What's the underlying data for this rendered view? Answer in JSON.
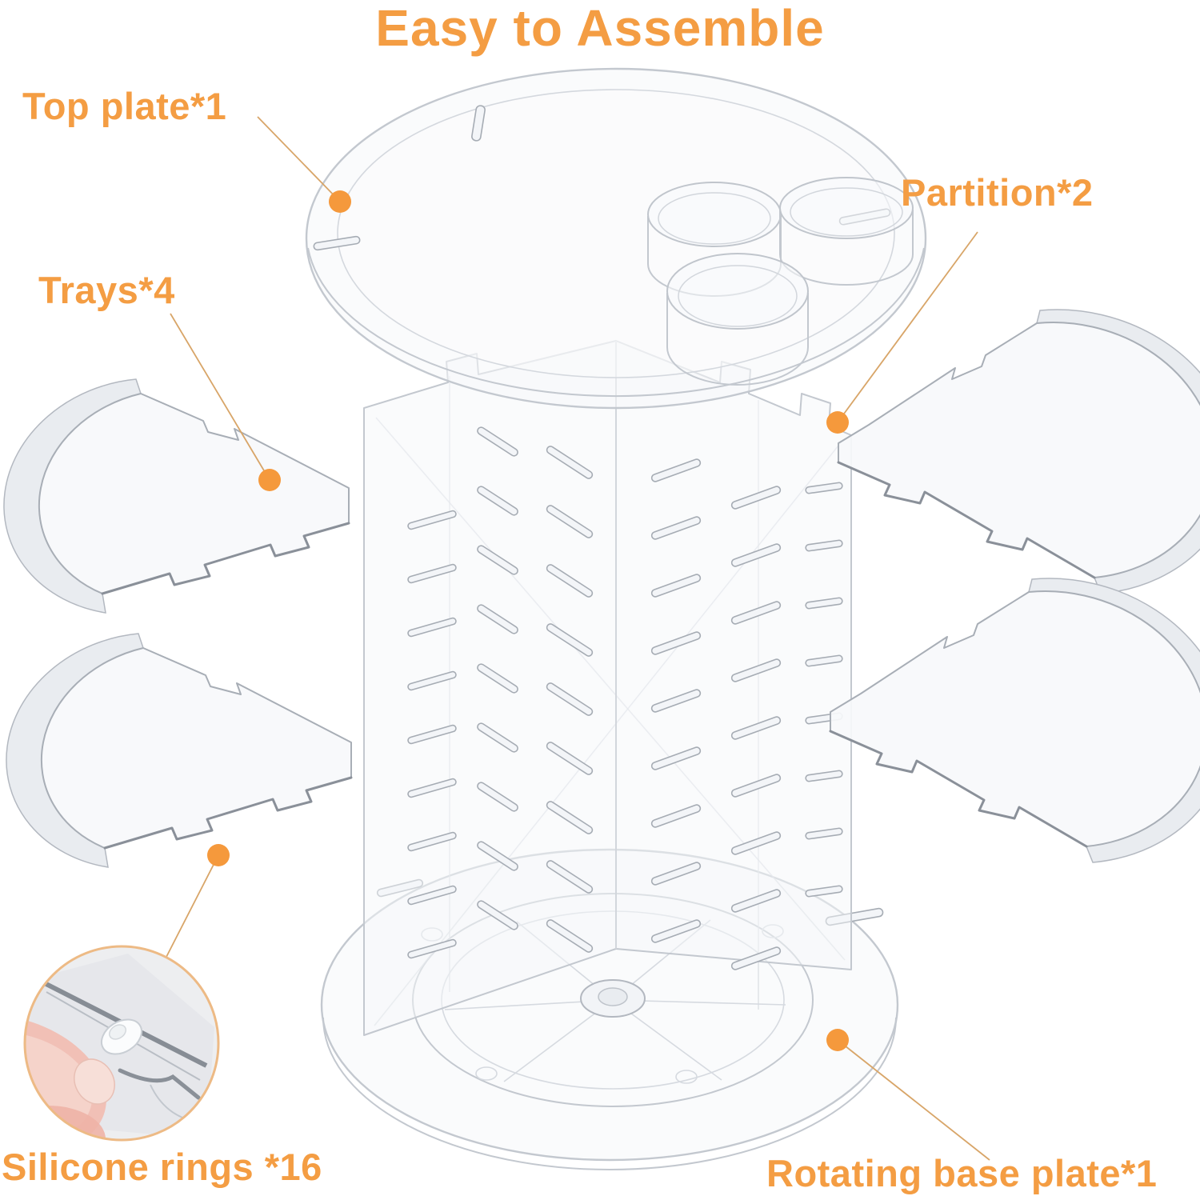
{
  "title": "Easy to Assemble",
  "colors": {
    "accent": "#F49D43",
    "callout_dot": "#F5993C",
    "callout_line": "#D8A568"
  },
  "callouts": {
    "top_plate": {
      "label": "Top plate*1"
    },
    "partition": {
      "label": "Partition*2"
    },
    "trays": {
      "label": "Trays*4"
    },
    "silicone_rings": {
      "label": "Silicone rings *16"
    },
    "rotating_base": {
      "label": "Rotating base plate*1"
    }
  }
}
